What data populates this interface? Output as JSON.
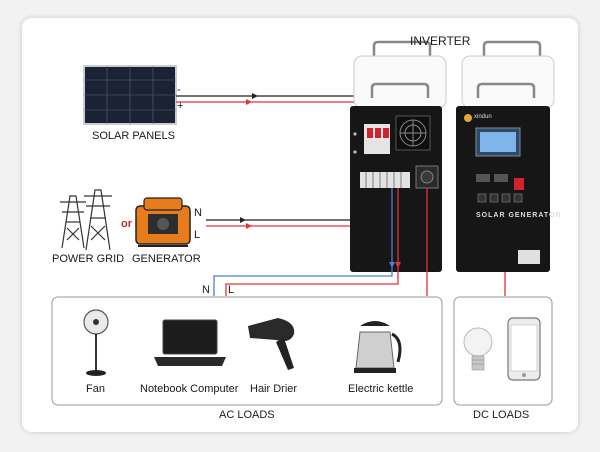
{
  "labels": {
    "inverter": "INVERTER",
    "solar_panels": "SOLAR PANELS",
    "power_grid": "POWER GRID",
    "generator": "GENERATOR",
    "or": "or",
    "n": "N",
    "l": "L",
    "plus": "+",
    "minus": "-",
    "ac_loads": "AC LOADS",
    "dc_loads": "DC LOADS"
  },
  "ac_loads": [
    {
      "label": "Fan",
      "icon": "fan-icon"
    },
    {
      "label": "Notebook Computer",
      "icon": "laptop-icon"
    },
    {
      "label": "Hair Drier",
      "icon": "hair-dryer-icon"
    },
    {
      "label": "Electric kettle",
      "icon": "kettle-icon"
    }
  ],
  "dc_loads": [
    {
      "icon": "bulb-icon"
    },
    {
      "icon": "phone-icon"
    }
  ],
  "generator_brand": "SOLAR GENERATOR",
  "brand": "xindun",
  "colors": {
    "wire_red": "#e8303a",
    "wire_blue": "#4a7fd0",
    "wire_black": "#222222",
    "box_border": "#9a9a9a"
  }
}
